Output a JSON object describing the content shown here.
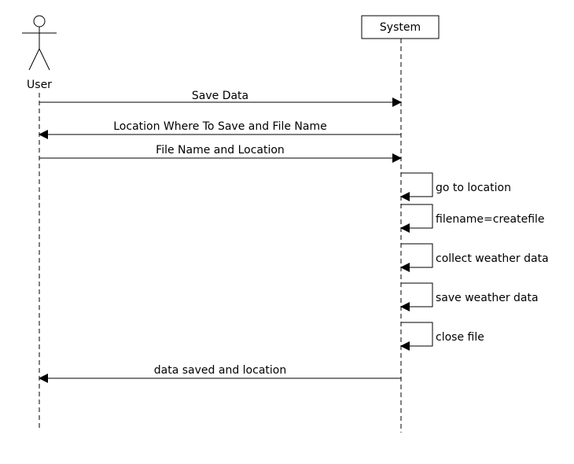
{
  "participants": {
    "user": {
      "label": "User",
      "kind": "actor"
    },
    "system": {
      "label": "System",
      "kind": "object"
    }
  },
  "messages": [
    {
      "label": "Save Data",
      "from": "user",
      "to": "system",
      "self": false
    },
    {
      "label": "Location Where To Save and File Name",
      "from": "system",
      "to": "user",
      "self": false
    },
    {
      "label": "File Name and Location",
      "from": "user",
      "to": "system",
      "self": false
    },
    {
      "label": "go to location",
      "from": "system",
      "to": "system",
      "self": true
    },
    {
      "label": "filename=createfile",
      "from": "system",
      "to": "system",
      "self": true
    },
    {
      "label": "collect weather data",
      "from": "system",
      "to": "system",
      "self": true
    },
    {
      "label": "save weather data",
      "from": "system",
      "to": "system",
      "self": true
    },
    {
      "label": "close file",
      "from": "system",
      "to": "system",
      "self": true
    },
    {
      "label": "data saved and location",
      "from": "system",
      "to": "user",
      "self": false
    }
  ]
}
